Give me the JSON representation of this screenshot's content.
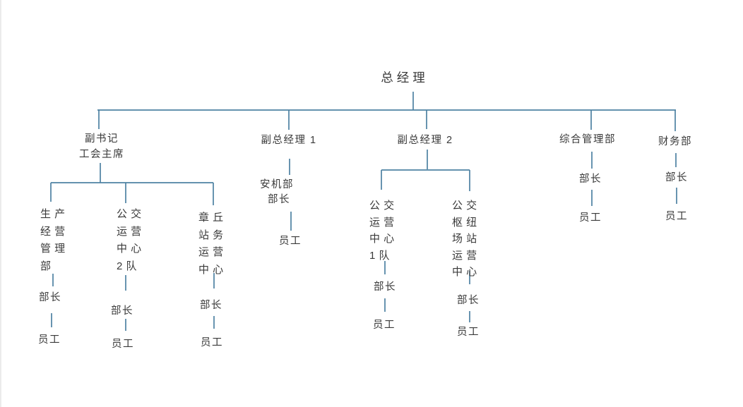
{
  "diagram": {
    "kind": "organization-chart",
    "root": "总经理"
  },
  "colors": {
    "connector": "#4e82a2",
    "text": "#3a3a3a",
    "background": "#ffffff"
  },
  "nodes": {
    "ceo": "总经理",
    "vice_secretary": "副书记\n工会主席",
    "deputy_gm_1": "副总经理 1",
    "deputy_gm_2": "副总经理 2",
    "general_mgmt_dept": "综合管理部",
    "finance_dept": "财务部",
    "production_dept": "生 产\n经 营\n管 理\n部",
    "production_minister": "部长",
    "production_staff": "员工",
    "bus2_dept": "公 交\n运 营\n中 心\n2 队",
    "bus2_minister": "部长",
    "bus2_staff": "员工",
    "zhangqiu_dept": "章 丘\n站 务\n运 营\n中 心",
    "zhangqiu_minister": "部长",
    "zhangqiu_staff": "员工",
    "anji_dept": "安机部\n  部长",
    "anji_staff": "员工",
    "bus1_dept": "公 交\n运 营\n中 心\n1 队",
    "bus1_minister": "部长",
    "bus1_staff": "员工",
    "hub_dept": "公 交\n枢 纽\n场 站\n运 营\n中 心",
    "hub_minister": "部长",
    "hub_staff": "员工",
    "gm_dept_minister": "部长",
    "gm_dept_staff": "员工",
    "finance_minister": "部长",
    "finance_staff": "员工"
  }
}
